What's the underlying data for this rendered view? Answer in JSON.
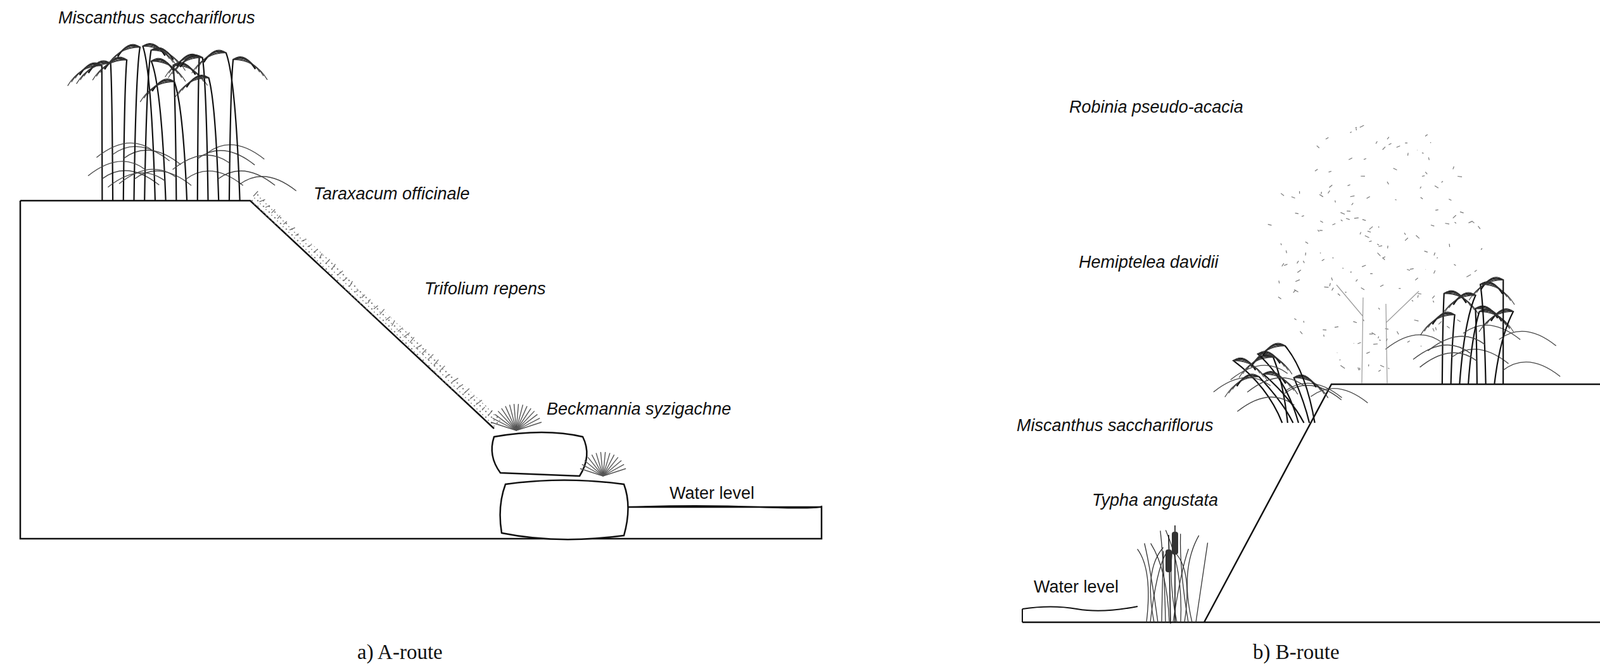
{
  "diagram": {
    "labels": [
      "Miscanthus sacchariflorus",
      "Taraxacum officinale",
      "Trifolium repens",
      "Beckmannia syzigachne",
      "Water level",
      "a) A-route",
      "Robinia pseudo-acacia",
      "Hemiptelea davidii",
      "Miscanthus sacchariflorus",
      "Typha angustata",
      "Water level",
      "b) B-route"
    ]
  }
}
